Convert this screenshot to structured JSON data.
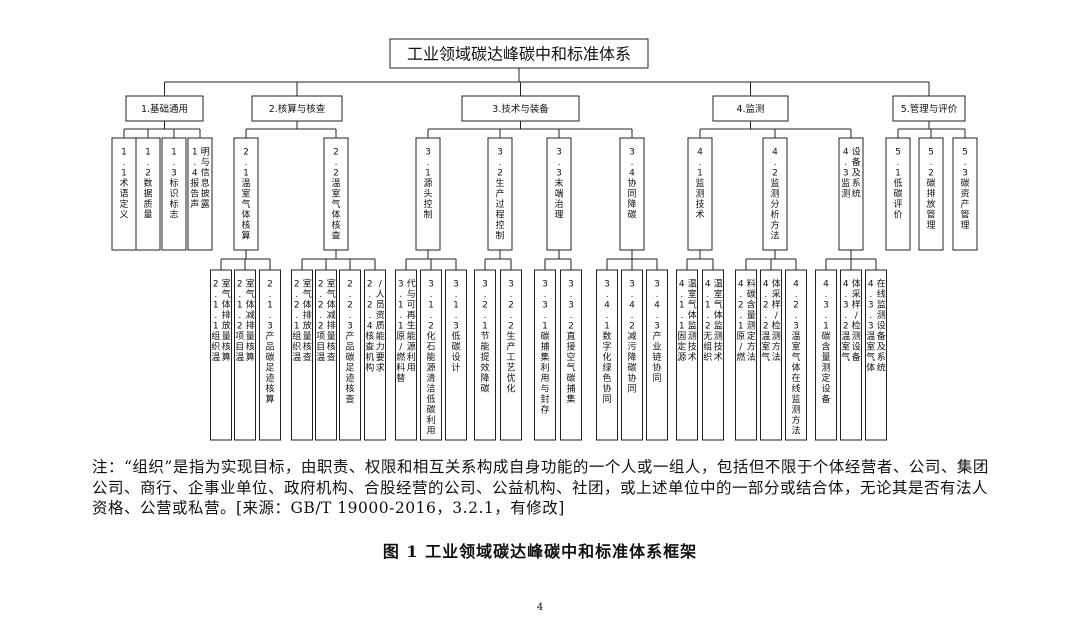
{
  "root": "工业领域碳达峰碳中和标准体系",
  "groups": [
    {
      "label": "1.基础通用",
      "children": [
        {
          "label": "1.1术语定义",
          "children": []
        },
        {
          "label": "1.2数据质量",
          "children": []
        },
        {
          "label": "1.3标识标志",
          "children": []
        },
        {
          "label": "1.4报告声明与信息披露",
          "children": []
        }
      ]
    },
    {
      "label": "2.核算与核查",
      "children": [
        {
          "label": "2.1温室气体核算",
          "children": [
            "2.1.1组织温室气体排放量核算",
            "2.1.2项目温室气体减排量核算",
            "2.1.3产品碳足迹核算"
          ]
        },
        {
          "label": "2.2温室气体核查",
          "children": [
            "2.2.1组织温室气体排放量核查",
            "2.2.2项目温室气体减排量核查",
            "2.2.3产品碳足迹核查",
            "2.2.4核查机构/人员资质能力要求"
          ]
        }
      ]
    },
    {
      "label": "3.技术与装备",
      "children": [
        {
          "label": "3.1源头控制",
          "children": [
            "3.1.1原/燃料替代与可再生能源利用",
            "3.1.2化石能源清洁低碳利用",
            "3.1.3低碳设计"
          ]
        },
        {
          "label": "3.2生产过程控制",
          "children": [
            "3.2.1节能提效降碳",
            "3.2.2生产工艺优化"
          ]
        },
        {
          "label": "3.3末端治理",
          "children": [
            "3.3.1碳捕集利用与封存",
            "3.3.2直接空气碳捕集"
          ]
        },
        {
          "label": "3.4协同降碳",
          "children": [
            "3.4.1数字化绿色协同",
            "3.4.2减污降碳协同",
            "3.4.3产业链协同"
          ]
        }
      ]
    },
    {
      "label": "4.监测",
      "children": [
        {
          "label": "4.1监测技术",
          "children": [
            "4.1.1固定源温室气体监测技术",
            "4.1.2无组织温室气体监测技术"
          ]
        },
        {
          "label": "4.2监测分析方法",
          "children": [
            "4.2.1原/燃料碳含量测定方法",
            "4.2.2温室气体采样/检测方法",
            "4.2.3温室气体在线监测方法"
          ]
        },
        {
          "label": "4.3监测设备及系统",
          "children": [
            "4.3.1碳含量测定设备",
            "4.3.2温室气体采样/检测设备",
            "4.3.3温室气体在线监测设备及系统"
          ]
        }
      ]
    },
    {
      "label": "5.管理与评价",
      "children": [
        {
          "label": "5.1低碳评价",
          "children": []
        },
        {
          "label": "5.2碳排放管理",
          "children": []
        },
        {
          "label": "5.3碳资产管理",
          "children": []
        }
      ]
    }
  ],
  "note": "注：“组织”是指为实现目标，由职责、权限和相互关系构成自身功能的一个人或一组人，包括但不限于个体经营者、公司、集团公司、商行、企事业单位、政府机构、合股经营的公司、公益机构、社团，或上述单位中的一部分或结合体，无论其是否有法人资格、公营或私营。[来源：GB/T 19000-2016，3.2.1，有修改]",
  "caption": "图 1  工业领域碳达峰碳中和标准体系框架",
  "page_number": "4"
}
